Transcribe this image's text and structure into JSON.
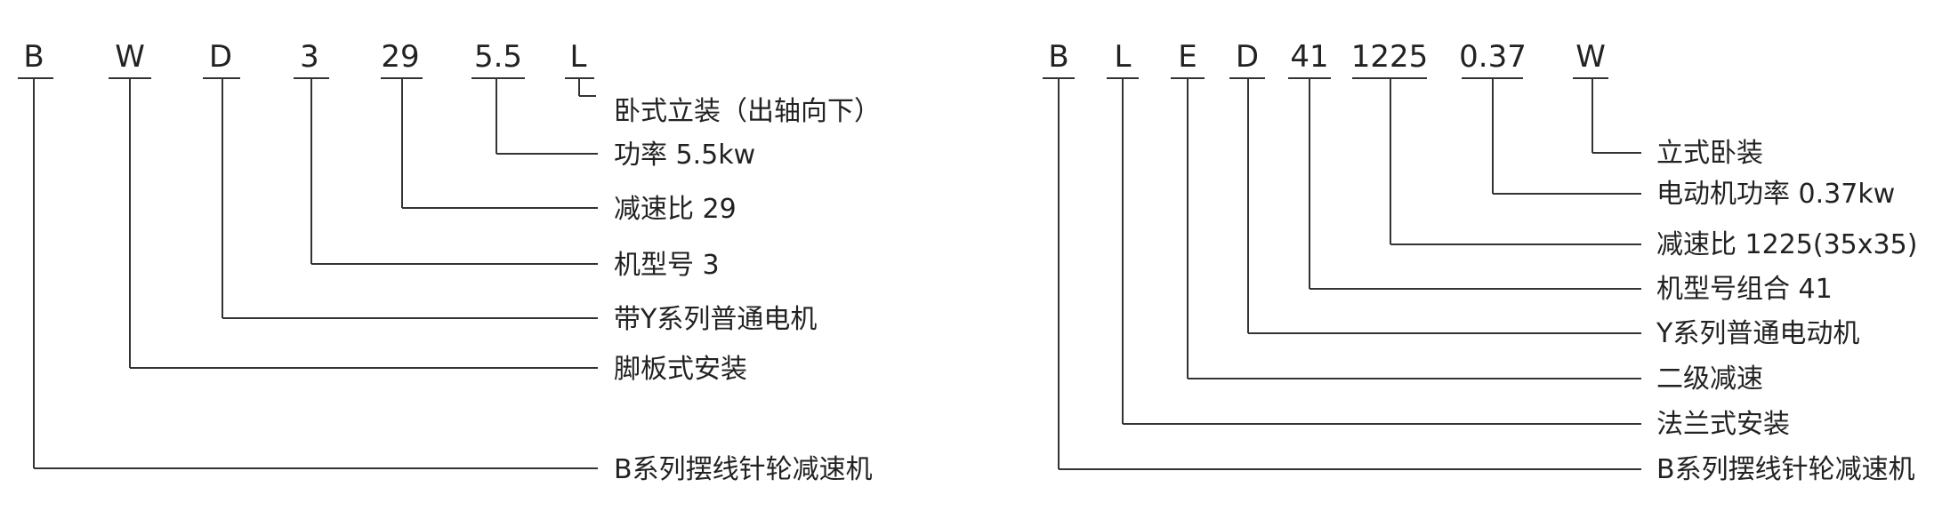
{
  "diagrams": [
    {
      "codes": [
        "B",
        "W",
        "D",
        "3",
        "29",
        "5.5",
        "L"
      ],
      "descriptions": [
        "卧式立装（出轴向下）",
        "功率 5.5kw",
        "减速比 29",
        "机型号 3",
        "带Y系列普通电机",
        "脚板式安装",
        "B系列摆线针轮减速机"
      ]
    },
    {
      "codes": [
        "B",
        "L",
        "E",
        "D",
        "41",
        "1225",
        "0.37",
        "W"
      ],
      "descriptions": [
        "立式卧装",
        "电动机功率 0.37kw",
        "减速比 1225(35x35)",
        "机型号组合 41",
        "Y系列普通电动机",
        "二级减速",
        "法兰式安装",
        "B系列摆线针轮减速机"
      ]
    }
  ]
}
